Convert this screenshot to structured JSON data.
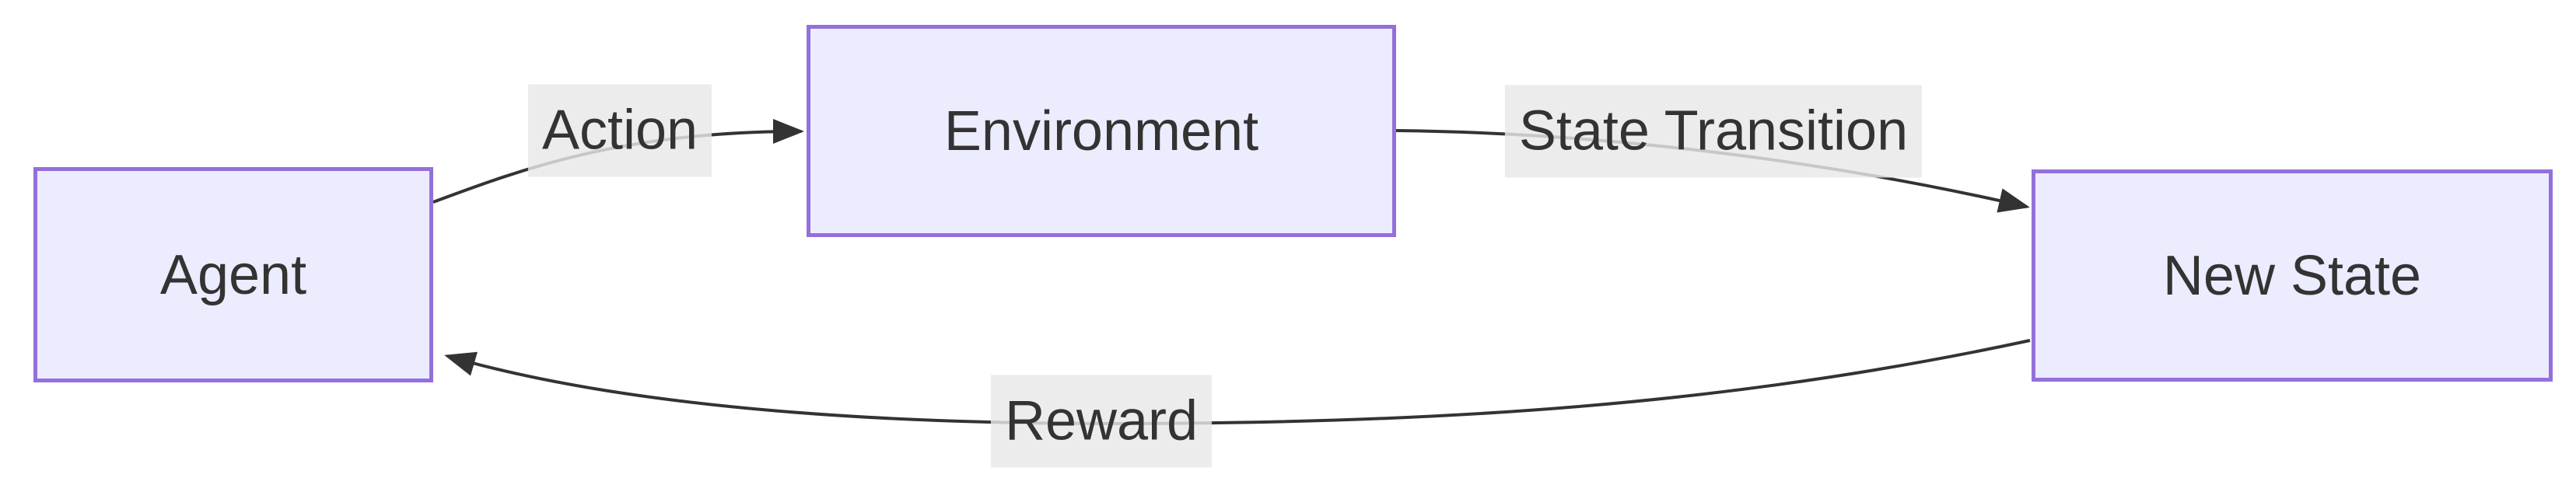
{
  "diagram": {
    "kind": "flowchart",
    "nodes": [
      {
        "id": "agent",
        "label": "Agent"
      },
      {
        "id": "environment",
        "label": "Environment"
      },
      {
        "id": "new-state",
        "label": "New State"
      }
    ],
    "edges": [
      {
        "from": "agent",
        "to": "environment",
        "label": "Action"
      },
      {
        "from": "environment",
        "to": "new-state",
        "label": "State Transition"
      },
      {
        "from": "new-state",
        "to": "agent",
        "label": "Reward"
      }
    ],
    "colors": {
      "canvas_bg": "#ffffff",
      "node_fill": "#ECECFF",
      "node_border": "#9370DB",
      "edge_line": "#333333",
      "edge_label_bg": "#e8e8e8",
      "text": "#333333"
    }
  }
}
